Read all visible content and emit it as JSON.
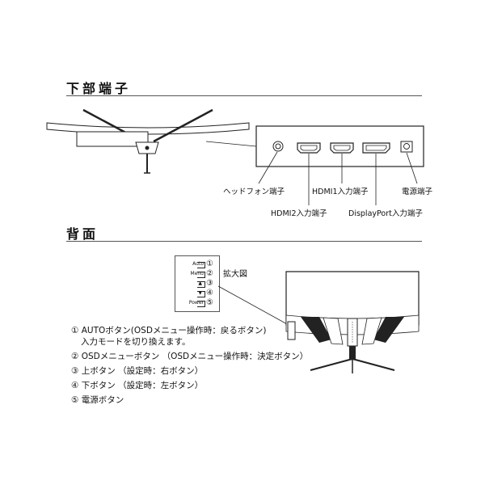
{
  "sections": {
    "bottom_ports_title": "下部端子",
    "back_title": "背面"
  },
  "ports": {
    "headphone": "ヘッドフォン端子",
    "hdmi2": "HDMI2入力端子",
    "hdmi1": "HDMI1入力端子",
    "displayport": "DisplayPort入力端子",
    "power": "電源端子"
  },
  "zoom_label": "拡大図",
  "panel_buttons": [
    {
      "label": "Auto",
      "num": "①",
      "glyph": ""
    },
    {
      "label": "Menu",
      "num": "②",
      "glyph": ""
    },
    {
      "label": "",
      "num": "③",
      "glyph": "▲"
    },
    {
      "label": "",
      "num": "④",
      "glyph": "▼"
    },
    {
      "label": "Power",
      "num": "⑤",
      "glyph": ""
    }
  ],
  "legend": [
    "① AUTOボタン(OSDメニュー操作時：戻るボタン)",
    "入力モードを切り換えます。",
    "② OSDメニューボタン （OSDメニュー操作時：決定ボタン）",
    "③ 上ボタン （設定時：右ボタン）",
    "④ 下ボタン （設定時：左ボタン）",
    "⑤ 電源ボタン"
  ]
}
